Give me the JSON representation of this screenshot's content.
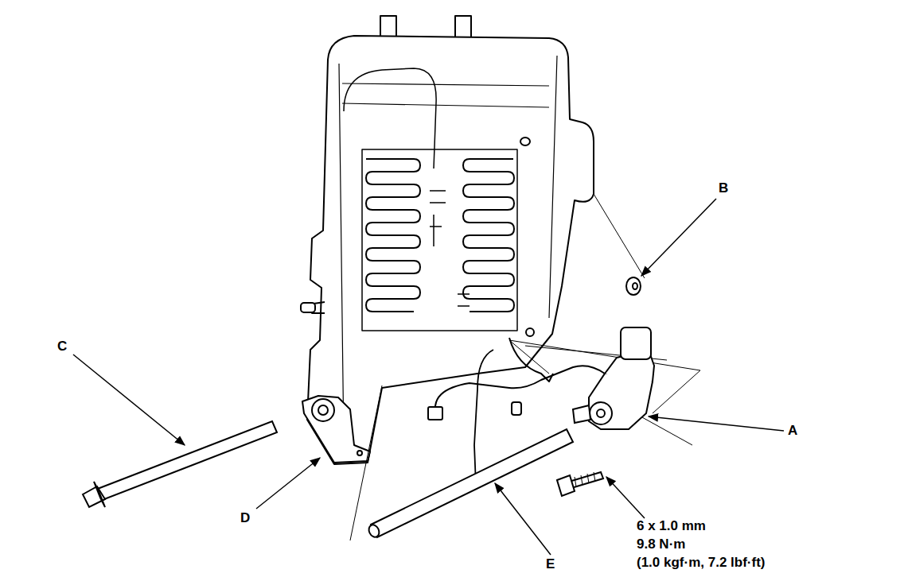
{
  "diagram": {
    "labels": [
      "A",
      "B",
      "C",
      "D",
      "E",
      "6 x 1.0 mm",
      "9.8 N·m",
      "(1.0 kgf·m, 7.2 lbf·ft)"
    ]
  }
}
